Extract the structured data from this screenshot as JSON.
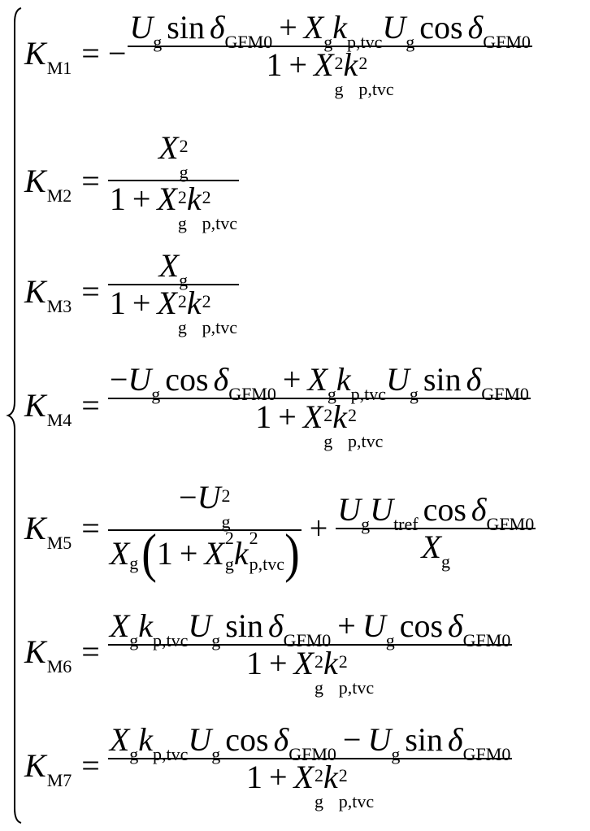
{
  "equations": {
    "brace": "left-curly-brace",
    "rows": [
      {
        "lhs": "K",
        "lhs_sub": "M1",
        "sign": "−",
        "numerator": "U_g sin δ_GFM0 + X_g k_p,tvc U_g cos δ_GFM0",
        "denominator": "1 + X_g^2 k_p,tvc^2"
      },
      {
        "lhs": "K",
        "lhs_sub": "M2",
        "sign": "",
        "numerator": "X_g^2",
        "denominator": "1 + X_g^2 k_p,tvc^2"
      },
      {
        "lhs": "K",
        "lhs_sub": "M3",
        "sign": "",
        "numerator": "X_g",
        "denominator": "1 + X_g^2 k_p,tvc^2"
      },
      {
        "lhs": "K",
        "lhs_sub": "M4",
        "sign": "",
        "numerator": "−U_g cos δ_GFM0 + X_g k_p,tvc U_g sin δ_GFM0",
        "denominator": "1 + X_g^2 k_p,tvc^2"
      },
      {
        "lhs": "K",
        "lhs_sub": "M5",
        "sign": "",
        "term1_numerator": "−U_g^2",
        "term1_denominator": "X_g (1 + X_g^2 k_p,tvc^2)",
        "term2_numerator": "U_g U_tref cos δ_GFM0",
        "term2_denominator": "X_g"
      },
      {
        "lhs": "K",
        "lhs_sub": "M6",
        "sign": "",
        "numerator": "X_g k_p,tvc U_g sin δ_GFM0 + U_g cos δ_GFM0",
        "denominator": "1 + X_g^2 k_p,tvc^2"
      },
      {
        "lhs": "K",
        "lhs_sub": "M7",
        "sign": "",
        "numerator": "X_g k_p,tvc U_g cos δ_GFM0 − U_g sin δ_GFM0",
        "denominator": "1 + X_g^2 k_p,tvc^2"
      }
    ]
  },
  "symbols": {
    "K": "K",
    "U": "U",
    "X": "X",
    "k": "k",
    "delta": "δ",
    "g": "g",
    "two": "2",
    "ptvc": "p,tvc",
    "gfm0": "GFM0",
    "tref": "tref",
    "sin": "sin",
    "cos": "cos",
    "one": "1",
    "plus": "+",
    "minus": "−",
    "eq": "=",
    "lparen": "(",
    "rparen": ")",
    "M1": "M1",
    "M2": "M2",
    "M3": "M3",
    "M4": "M4",
    "M5": "M5",
    "M6": "M6",
    "M7": "M7"
  }
}
